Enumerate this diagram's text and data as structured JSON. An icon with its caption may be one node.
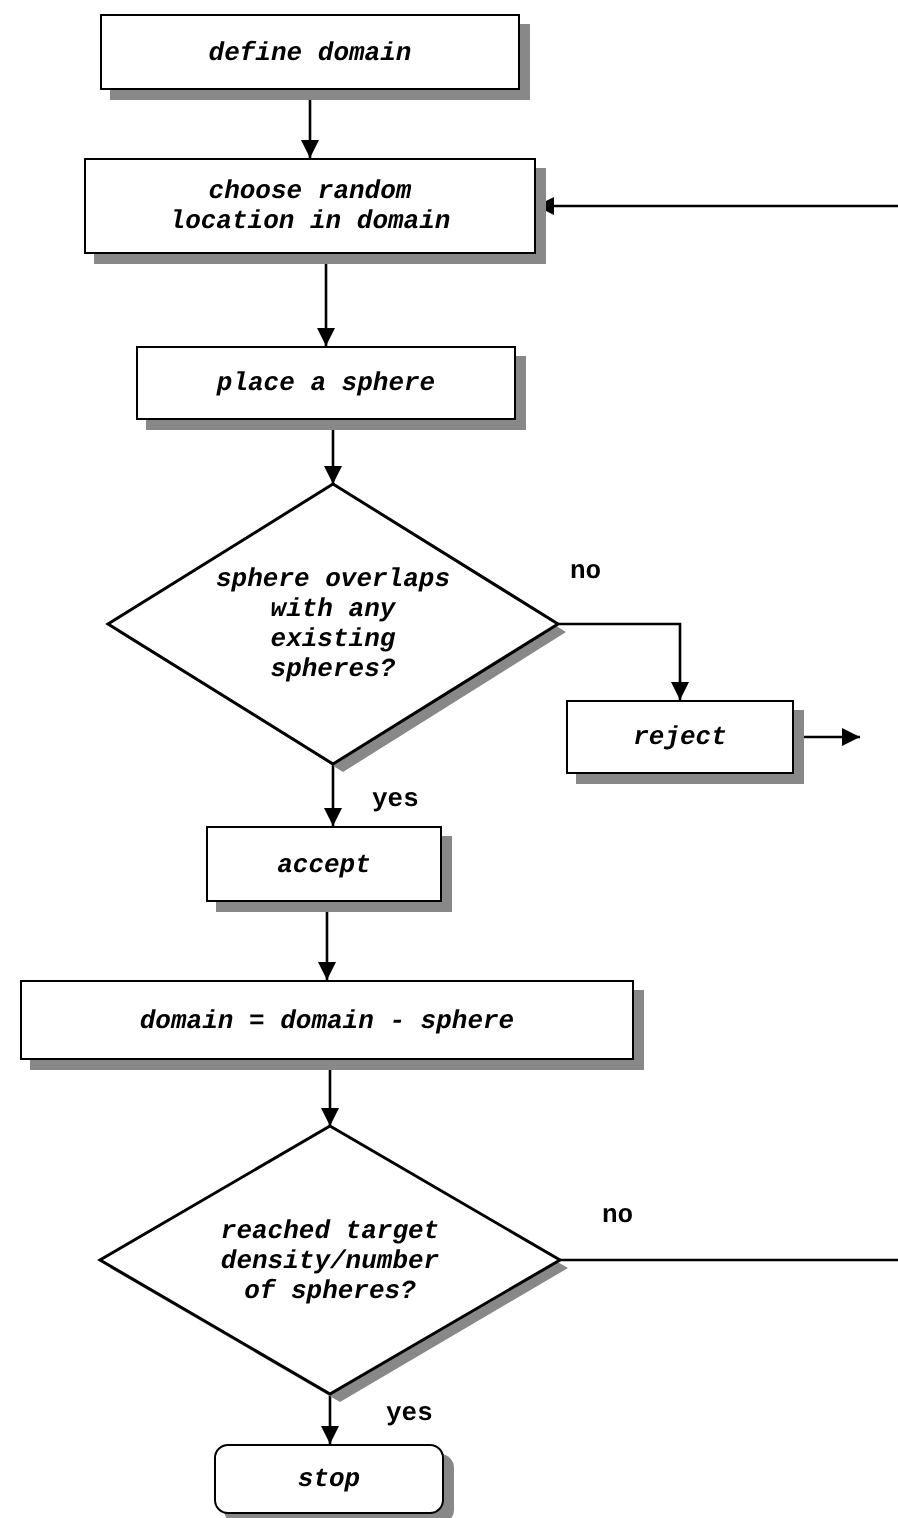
{
  "diagram": {
    "nodes": [
      {
        "text": [
          "define domain"
        ]
      },
      {
        "text": [
          "choose random location in domain"
        ]
      },
      {
        "text": [
          "place a sphere"
        ]
      },
      {
        "text": [
          "sphere overlaps with any existing spheres?"
        ]
      },
      {
        "text": [
          "reject"
        ]
      },
      {
        "text": [
          "accept"
        ]
      },
      {
        "text": [
          "domain = domain - sphere"
        ]
      },
      {
        "text": [
          "reached target density/number of spheres?"
        ]
      },
      {
        "text": [
          "stop"
        ]
      }
    ],
    "edges": [
      {
        "from": 0,
        "to": 1,
        "arrow": "to"
      },
      {
        "from": 1,
        "to": 2,
        "arrow": "to"
      },
      {
        "from": 2,
        "to": 3,
        "arrow": "to"
      },
      {
        "from": 3,
        "to": 4,
        "arrow": "to",
        "label": "no"
      },
      {
        "from": 3,
        "to": 5,
        "arrow": "to",
        "label": "yes"
      },
      {
        "from": 4,
        "to": null,
        "arrow": "to"
      },
      {
        "from": 5,
        "to": 6,
        "arrow": "to"
      },
      {
        "from": 6,
        "to": 7,
        "arrow": "to"
      },
      {
        "from": 7,
        "to": 8,
        "arrow": "to",
        "label": "yes"
      },
      {
        "from": 7,
        "to": null,
        "arrow": "none",
        "label": "no"
      },
      {
        "from": null,
        "to": 1,
        "arrow": "to"
      }
    ]
  }
}
